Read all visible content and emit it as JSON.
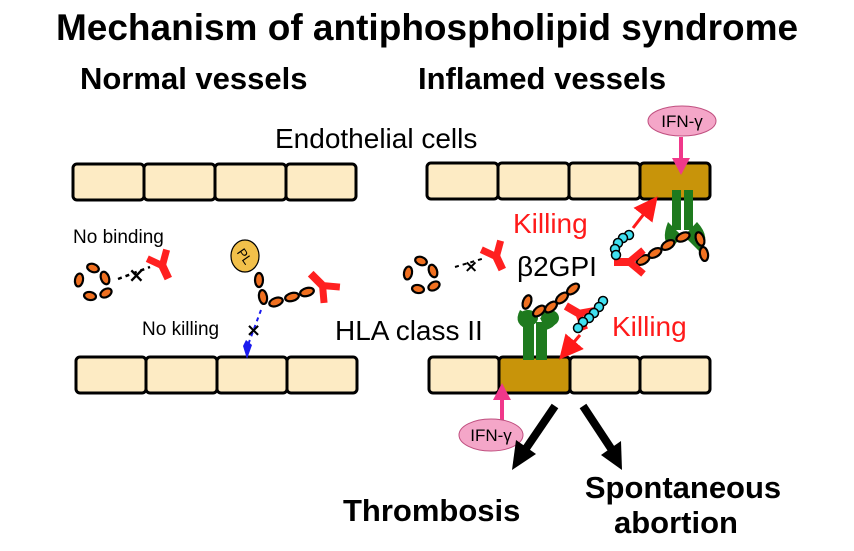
{
  "title": "Mechanism of antiphospholipid syndrome",
  "panels": {
    "normal": {
      "heading": "Normal vessels"
    },
    "inflamed": {
      "heading": "Inflamed vessels"
    }
  },
  "labels": {
    "endothelial_cells": "Endothelial cells",
    "no_binding": "No binding",
    "no_killing": "No killing",
    "pl": "PL",
    "killing_top": "Killing",
    "killing_bottom": "Killing",
    "b2gpi": "β2GPI",
    "hla_class_ii": "HLA class II",
    "ifn_top": "IFN-γ",
    "ifn_bottom": "IFN-γ",
    "no_binding_mark": "×",
    "no_killing_mark": "×",
    "inflamed_no_binding_mark": "×"
  },
  "outcomes": {
    "thrombosis": "Thrombosis",
    "abortion_line1": "Spontaneous",
    "abortion_line2": "abortion"
  },
  "colors": {
    "cell_fill": "#fdebc4",
    "activated_cell_fill": "#c8940a",
    "antibody": "#ff2020",
    "b2gpi_bead": "#f07020",
    "ifn_bubble": "#f4a6c8",
    "ifn_arrow": "#f0388a",
    "hla": "#1e7a1e",
    "killing": "#ff1a1a",
    "blocked_arrow": "#1a1aee"
  }
}
